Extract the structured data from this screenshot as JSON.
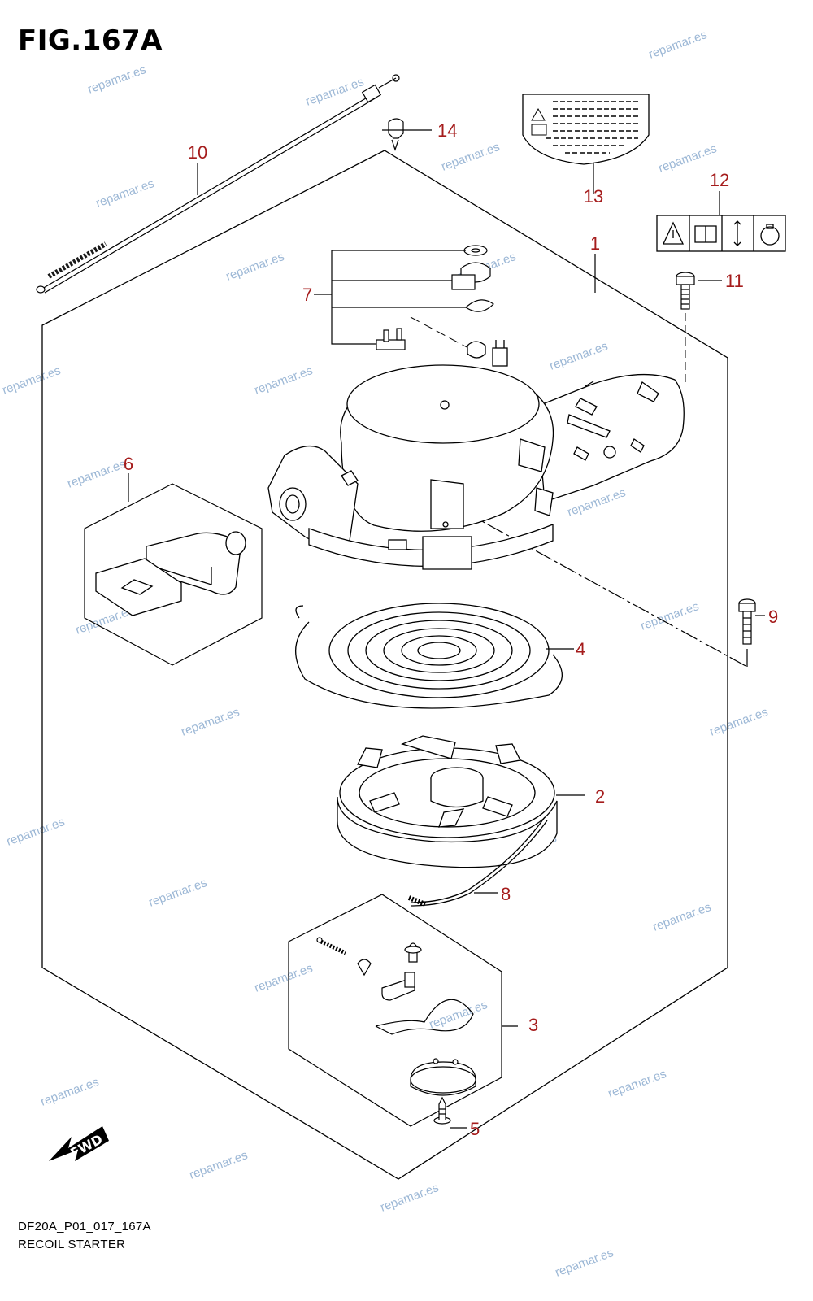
{
  "figure": {
    "title": "FIG.167A",
    "code": "DF20A_P01_017_167A",
    "name": "RECOIL STARTER"
  },
  "callouts": [
    "1",
    "2",
    "3",
    "4",
    "5",
    "6",
    "7",
    "8",
    "9",
    "10",
    "11",
    "12",
    "13",
    "14"
  ],
  "fwd_label": "FWD",
  "watermark": "repamar.es",
  "colors": {
    "callout": "#a51c1c",
    "line": "#000000",
    "watermark": "#9db8d6"
  }
}
